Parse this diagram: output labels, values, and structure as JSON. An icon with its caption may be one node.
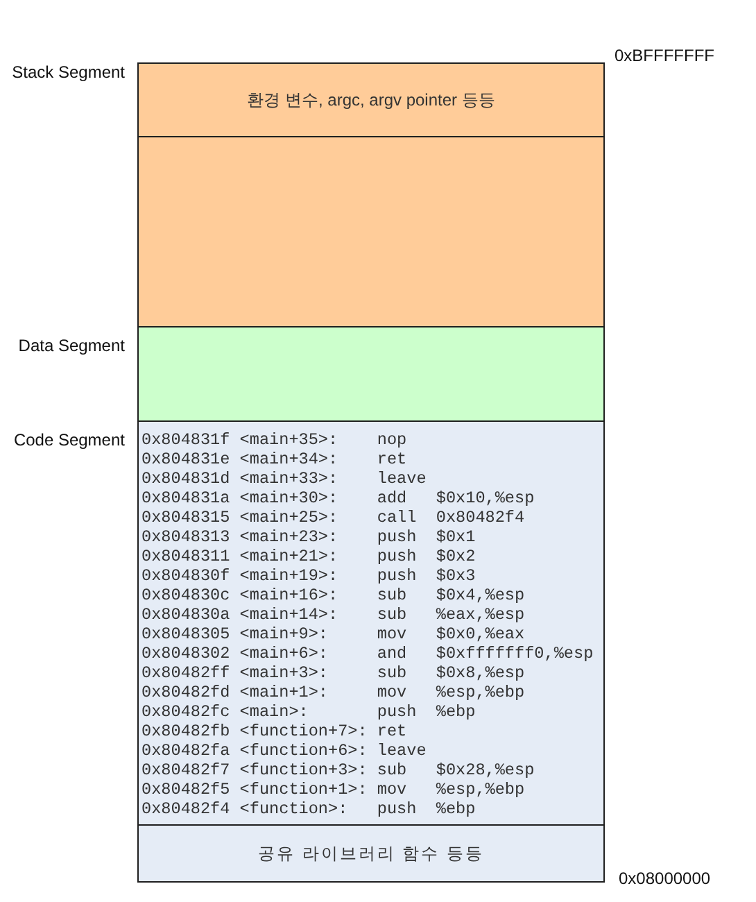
{
  "diagram": {
    "nodes": [
      {
        "text": [
          "환경 변수, argc, argv pointer 등등"
        ],
        "beside": [
          "Stack Segment"
        ]
      },
      {
        "text": [],
        "shape": "box"
      },
      {
        "text": [],
        "shape": "box",
        "beside": [
          "Data Segment"
        ]
      },
      {
        "text": [
          "0x804831f <main+35>:    nop",
          "0x804831e <main+34>:    ret",
          "0x804831d <main+33>:    leave",
          "0x804831a <main+30>:    add   $0x10,%esp",
          "0x8048315 <main+25>:    call  0x80482f4",
          "0x8048313 <main+23>:    push  $0x1",
          "0x8048311 <main+21>:    push  $0x2",
          "0x804830f <main+19>:    push  $0x3",
          "0x804830c <main+16>:    sub   $0x4,%esp",
          "0x804830a <main+14>:    sub   %eax,%esp",
          "0x8048305 <main+9>:     mov   $0x0,%eax",
          "0x8048302 <main+6>:     and   $0xfffffff0,%esp",
          "0x80482ff <main+3>:     sub   $0x8,%esp",
          "0x80482fd <main+1>:     mov   %esp,%ebp",
          "0x80482fc <main>:       push  %ebp",
          "0x80482fb <function+7>: ret",
          "0x80482fa <function+6>: leave",
          "0x80482f7 <function+3>: sub   $0x28,%esp",
          "0x80482f5 <function+1>: mov   %esp,%ebp",
          "0x80482f4 <function>:   push  %ebp"
        ],
        "beside": [
          "Code Segment"
        ]
      },
      {
        "text": [
          "공유 라이브러리 함수 등등"
        ]
      }
    ],
    "labels": [
      "0xBFFFFFFF",
      "0x08000000"
    ]
  }
}
